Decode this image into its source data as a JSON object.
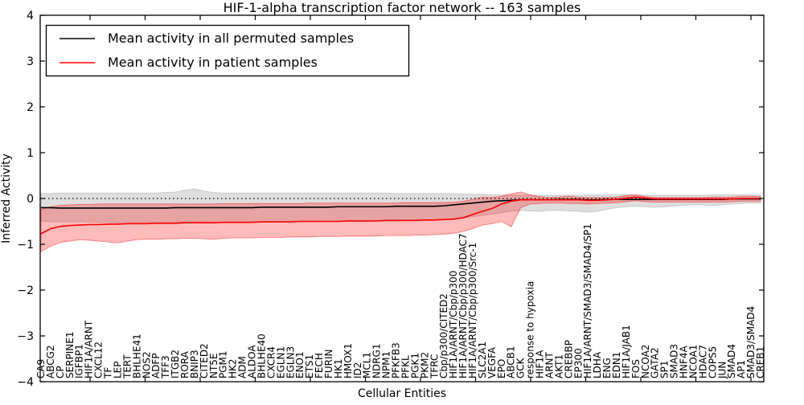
{
  "title": "HIF-1-alpha transcription factor network -- 163 samples",
  "axes": {
    "ylabel": "Inferred Activity",
    "xlabel": "Cellular Entities"
  },
  "legend": {
    "position": "upper left"
  },
  "colors": {
    "background": "#ffffff",
    "frame": "#000000",
    "zero_line": "#000000",
    "permuted_line": "#000000",
    "patient_line": "#ff0000",
    "permuted_band": "#999999",
    "patient_band": "#ff0000"
  },
  "chart_data": {
    "type": "line",
    "title": "HIF-1-alpha transcription factor network -- 163 samples",
    "xlabel": "Cellular Entities",
    "ylabel": "Inferred Activity",
    "ylim": [
      -4,
      4
    ],
    "yticks": [
      "4",
      "3",
      "2",
      "1",
      "0",
      "−1",
      "−2",
      "−3",
      "−4"
    ],
    "grid": false,
    "zero_line": "dotted",
    "legend_position": "upper left",
    "categories": [
      "CA9",
      "ABCG2",
      "CP",
      "SERPINE1",
      "IGFBP1",
      "HIF1A/ARNT",
      "CXCL12",
      "TF",
      "LEP",
      "TERT",
      "BHLHE41",
      "NOS2",
      "ADFP",
      "TFF3",
      "ITGB2",
      "RORA",
      "BNIP3",
      "CITED2",
      "NT5E",
      "PGM1",
      "HK2",
      "ADM",
      "ALDOA",
      "BHLHE40",
      "CXCR4",
      "EGLN1",
      "EGLN3",
      "ENO1",
      "ETS1",
      "FECH",
      "FURIN",
      "HK1",
      "HMOX1",
      "ID2",
      "MCL1",
      "NDRG1",
      "NPM1",
      "PFKFB3",
      "PFKL",
      "PGK1",
      "PKM2",
      "TFRC",
      "Cbp/p300/CITED2",
      "HIF1A/ARNT/Cbp/p300",
      "HIF1A/ARNT/Cbp/p300/HDAC7",
      "HIF1A/ARNT/Cbp/p300/Src-1",
      "SLC2A1",
      "VEGFA",
      "EPO",
      "ABCB1",
      "GCK",
      "response to hypoxia",
      "HIF1A",
      "ARNT",
      "AKT1",
      "CREBBP",
      "EP300",
      "HIF1A/ARNT/SMAD3/SMAD4/SP1",
      "LDHA",
      "ENG",
      "EDN1",
      "HIF1A/JAB1",
      "FOS",
      "NCOA2",
      "GATA2",
      "SP1",
      "SMAD3",
      "HNF4A",
      "NCOA1",
      "HDAC7",
      "COPS5",
      "JUN",
      "SMAD4",
      "AP1",
      "SMAD3/SMAD4",
      "CREB1"
    ],
    "series": [
      {
        "id": "permuted",
        "name": "Mean activity in all permuted samples",
        "color": "#000000",
        "values": [
          -0.2,
          -0.2,
          -0.21,
          -0.21,
          -0.21,
          -0.21,
          -0.21,
          -0.21,
          -0.21,
          -0.21,
          -0.21,
          -0.21,
          -0.21,
          -0.21,
          -0.2,
          -0.2,
          -0.2,
          -0.2,
          -0.2,
          -0.2,
          -0.2,
          -0.2,
          -0.2,
          -0.19,
          -0.19,
          -0.19,
          -0.19,
          -0.19,
          -0.19,
          -0.19,
          -0.19,
          -0.18,
          -0.18,
          -0.18,
          -0.18,
          -0.18,
          -0.18,
          -0.17,
          -0.17,
          -0.17,
          -0.17,
          -0.17,
          -0.16,
          -0.14,
          -0.12,
          -0.1,
          -0.08,
          -0.06,
          -0.05,
          -0.04,
          -0.03,
          -0.03,
          -0.03,
          -0.03,
          -0.02,
          -0.02,
          -0.02,
          -0.03,
          -0.03,
          -0.02,
          -0.02,
          -0.02,
          -0.02,
          -0.02,
          -0.02,
          -0.02,
          -0.02,
          -0.02,
          -0.02,
          -0.02,
          -0.02,
          -0.02,
          -0.01,
          -0.01,
          -0.01,
          -0.01
        ]
      },
      {
        "id": "patient",
        "name": "Mean activity in patient samples",
        "color": "#ff0000",
        "values": [
          -0.77,
          -0.66,
          -0.61,
          -0.59,
          -0.58,
          -0.57,
          -0.57,
          -0.56,
          -0.56,
          -0.55,
          -0.55,
          -0.55,
          -0.54,
          -0.54,
          -0.54,
          -0.53,
          -0.53,
          -0.53,
          -0.53,
          -0.52,
          -0.52,
          -0.52,
          -0.52,
          -0.51,
          -0.51,
          -0.51,
          -0.51,
          -0.5,
          -0.5,
          -0.5,
          -0.5,
          -0.5,
          -0.49,
          -0.49,
          -0.49,
          -0.49,
          -0.48,
          -0.48,
          -0.48,
          -0.48,
          -0.47,
          -0.47,
          -0.46,
          -0.45,
          -0.42,
          -0.35,
          -0.28,
          -0.22,
          -0.12,
          -0.06,
          -0.03,
          -0.03,
          -0.03,
          -0.03,
          -0.03,
          -0.03,
          -0.03,
          -0.04,
          -0.04,
          -0.03,
          -0.02,
          0.01,
          0.03,
          0.01,
          -0.01,
          -0.01,
          -0.01,
          -0.01,
          -0.01,
          -0.01,
          -0.01,
          -0.01,
          -0.01,
          0.0,
          0.0,
          0.0
        ]
      }
    ],
    "bands": [
      {
        "id": "permuted-std",
        "series": "Mean activity in all permuted samples",
        "color": "#999999",
        "opacity": 0.32,
        "upper": [
          0.11,
          0.11,
          0.12,
          0.12,
          0.12,
          0.12,
          0.12,
          0.12,
          0.12,
          0.12,
          0.12,
          0.12,
          0.12,
          0.13,
          0.14,
          0.18,
          0.21,
          0.16,
          0.13,
          0.12,
          0.12,
          0.12,
          0.12,
          0.12,
          0.12,
          0.12,
          0.12,
          0.12,
          0.12,
          0.12,
          0.12,
          0.12,
          0.12,
          0.12,
          0.12,
          0.12,
          0.12,
          0.11,
          0.11,
          0.11,
          0.11,
          0.11,
          0.11,
          0.1,
          0.1,
          0.09,
          0.09,
          0.08,
          0.08,
          0.07,
          0.07,
          0.07,
          0.07,
          0.07,
          0.07,
          0.07,
          0.07,
          0.08,
          0.08,
          0.07,
          0.08,
          0.09,
          0.08,
          0.07,
          0.07,
          0.07,
          0.07,
          0.07,
          0.07,
          0.07,
          0.08,
          0.08,
          0.08,
          0.08,
          0.08,
          0.08
        ],
        "lower": [
          -0.5,
          -0.51,
          -0.51,
          -0.51,
          -0.51,
          -0.51,
          -0.52,
          -0.52,
          -0.53,
          -0.52,
          -0.52,
          -0.52,
          -0.52,
          -0.52,
          -0.52,
          -0.51,
          -0.51,
          -0.51,
          -0.52,
          -0.52,
          -0.52,
          -0.52,
          -0.51,
          -0.51,
          -0.51,
          -0.51,
          -0.51,
          -0.51,
          -0.51,
          -0.5,
          -0.5,
          -0.5,
          -0.5,
          -0.5,
          -0.5,
          -0.49,
          -0.49,
          -0.49,
          -0.48,
          -0.48,
          -0.48,
          -0.47,
          -0.46,
          -0.44,
          -0.42,
          -0.4,
          -0.37,
          -0.34,
          -0.31,
          -0.28,
          -0.26,
          -0.27,
          -0.28,
          -0.26,
          -0.26,
          -0.27,
          -0.28,
          -0.3,
          -0.28,
          -0.24,
          -0.2,
          -0.18,
          -0.17,
          -0.18,
          -0.19,
          -0.18,
          -0.16,
          -0.15,
          -0.14,
          -0.14,
          -0.15,
          -0.14,
          -0.12,
          -0.11,
          -0.1,
          -0.1
        ]
      },
      {
        "id": "patient-std",
        "series": "Mean activity in patient samples",
        "color": "#ff0000",
        "opacity": 0.27,
        "upper": [
          -0.24,
          -0.18,
          -0.15,
          -0.14,
          -0.13,
          -0.13,
          -0.12,
          -0.12,
          -0.12,
          -0.12,
          -0.12,
          -0.12,
          -0.12,
          -0.12,
          -0.12,
          -0.12,
          -0.12,
          -0.12,
          -0.12,
          -0.11,
          -0.11,
          -0.11,
          -0.11,
          -0.11,
          -0.11,
          -0.11,
          -0.11,
          -0.11,
          -0.1,
          -0.1,
          -0.1,
          -0.1,
          -0.1,
          -0.1,
          -0.1,
          -0.1,
          -0.1,
          -0.1,
          -0.09,
          -0.09,
          -0.09,
          -0.09,
          -0.09,
          -0.08,
          -0.06,
          -0.02,
          0.03,
          0.02,
          0.05,
          0.1,
          0.14,
          0.08,
          0.04,
          0.02,
          0.03,
          0.05,
          0.03,
          0.02,
          0.02,
          0.02,
          0.03,
          0.06,
          0.08,
          0.04,
          0.02,
          0.02,
          0.02,
          0.02,
          0.02,
          0.02,
          0.03,
          0.03,
          0.03,
          0.05,
          0.05,
          0.04
        ],
        "lower": [
          -1.16,
          -1.04,
          -0.96,
          -0.93,
          -0.9,
          -0.91,
          -0.93,
          -0.95,
          -0.97,
          -0.93,
          -0.9,
          -0.89,
          -0.89,
          -0.88,
          -0.88,
          -0.87,
          -0.87,
          -0.88,
          -0.89,
          -0.87,
          -0.86,
          -0.86,
          -0.86,
          -0.85,
          -0.85,
          -0.85,
          -0.84,
          -0.84,
          -0.84,
          -0.83,
          -0.83,
          -0.83,
          -0.82,
          -0.82,
          -0.82,
          -0.82,
          -0.81,
          -0.81,
          -0.81,
          -0.8,
          -0.8,
          -0.79,
          -0.78,
          -0.76,
          -0.72,
          -0.66,
          -0.58,
          -0.55,
          -0.5,
          -0.62,
          -0.2,
          -0.12,
          -0.11,
          -0.1,
          -0.1,
          -0.11,
          -0.11,
          -0.12,
          -0.11,
          -0.1,
          -0.09,
          -0.07,
          -0.05,
          -0.07,
          -0.08,
          -0.08,
          -0.08,
          -0.08,
          -0.08,
          -0.08,
          -0.08,
          -0.08,
          -0.07,
          -0.06,
          -0.06,
          -0.06
        ]
      }
    ]
  }
}
